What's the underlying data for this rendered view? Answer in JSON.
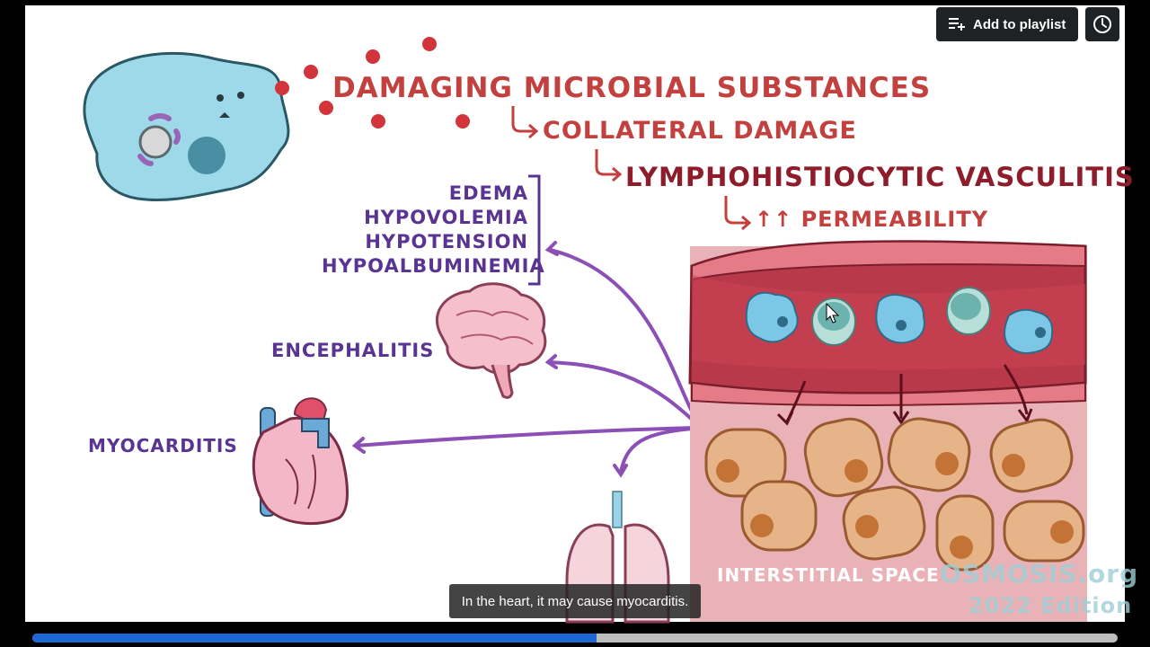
{
  "player": {
    "add_to_playlist_label": "Add to playlist",
    "caption": "In the heart, it may cause myocarditis.",
    "progress_fraction": 0.52,
    "accent_color": "#1c67d2",
    "icons": [
      "playlist-add-icon",
      "clock-icon"
    ]
  },
  "slide": {
    "heading_1": "DAMAGING MICROBIAL SUBSTANCES",
    "heading_2": "COLLATERAL DAMAGE",
    "heading_3": "LYMPHOHISTIOCYTIC VASCULITIS",
    "heading_4": "↑↑ PERMEABILITY",
    "effects": [
      "EDEMA",
      "HYPOVOLEMIA",
      "HYPOTENSION",
      "HYPOALBUMINEMIA"
    ],
    "encephalitis": "ENCEPHALITIS",
    "myocarditis": "MYOCARDITIS",
    "interstitial": "INTERSTITIAL SPACE",
    "watermark_brand": "OSMOSIS.org",
    "watermark_edition": "2022 Edition"
  }
}
